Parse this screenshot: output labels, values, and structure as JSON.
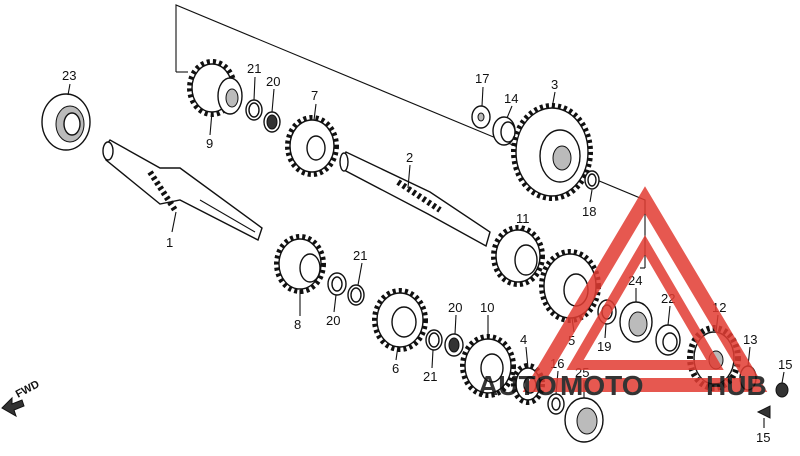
{
  "diagram": {
    "fwd_label": "FWD",
    "watermark": {
      "text_a": "AUTO",
      "text_b": "MOTO",
      "text_c": "HUB",
      "color_red": "#e23c32",
      "color_orange": "#f0a33c",
      "color_dark": "#444444"
    },
    "callouts": {
      "c1": "1",
      "c2": "2",
      "c3": "3",
      "c4": "4",
      "c5": "5",
      "c6": "6",
      "c7": "7",
      "c8": "8",
      "c9": "9",
      "c10": "10",
      "c11": "11",
      "c12": "12",
      "c13": "13",
      "c14": "14",
      "c15a": "15",
      "c15b": "15",
      "c16": "16",
      "c17": "17",
      "c18": "18",
      "c19": "19",
      "c20a": "20",
      "c20b": "20",
      "c20c": "20",
      "c21a": "21",
      "c21b": "21",
      "c21c": "21",
      "c22": "22",
      "c23": "23",
      "c24": "24",
      "c25": "25"
    }
  }
}
